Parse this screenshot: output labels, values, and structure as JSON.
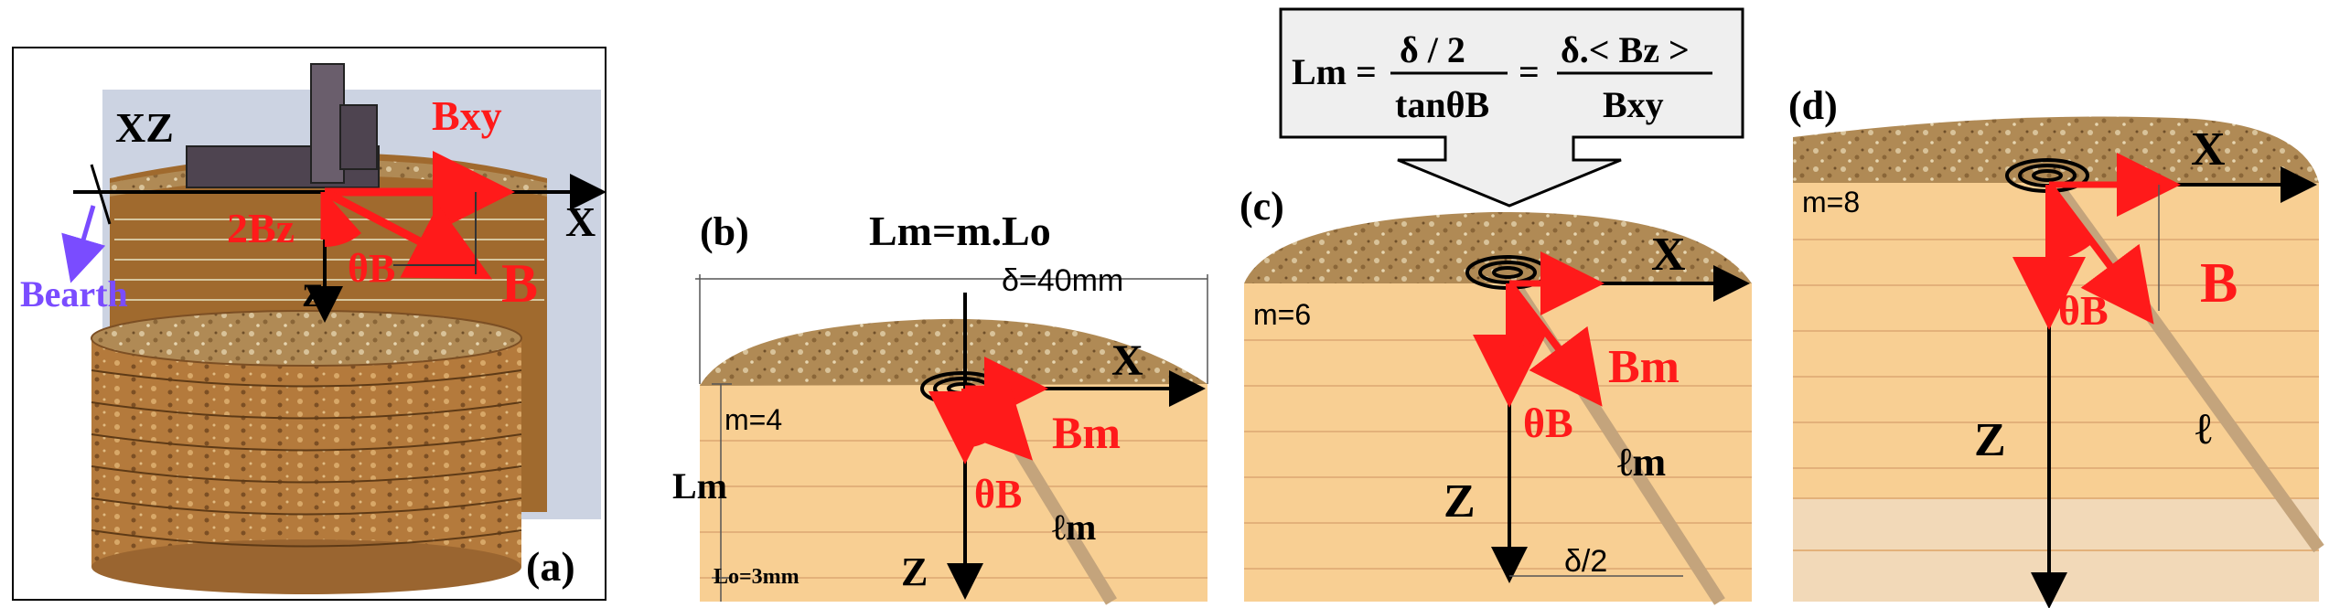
{
  "colors": {
    "red": "#ff1a1a",
    "black": "#000000",
    "purple": "#7a4cff",
    "sand": "#f8cf93",
    "sand_line": "#e3b17a",
    "pale_band": "#f2d9b8",
    "soil_top": "#b08a55",
    "stripe": "#d6c7a0",
    "callout_fill": "#efefef",
    "frame_bg": "#ccd3e2"
  },
  "panel_a": {
    "label": "(a)",
    "xz": "XZ",
    "bxy": "Bxy",
    "twobz": "2Bz",
    "theta": "θB",
    "b": "B",
    "x": "X",
    "z": "Z",
    "bearth": "Bearth"
  },
  "panel_b": {
    "label": "(b)",
    "formula": "Lm=m.Lo",
    "delta": "δ=40mm",
    "m": "m=4",
    "lm": "Lm",
    "lo": "Lo=3mm",
    "x": "X",
    "z": "Z",
    "bm": "Bm",
    "theta": "θB",
    "ell": "ℓm"
  },
  "panel_c": {
    "label": "(c)",
    "m": "m=6",
    "x": "X",
    "z": "Z",
    "bm": "Bm",
    "theta": "θB",
    "ell": "ℓm",
    "half_delta": "δ/2"
  },
  "panel_d": {
    "label": "(d)",
    "m": "m=8",
    "x": "X",
    "z": "Z",
    "b": "B",
    "theta": "θB",
    "ell": "ℓ"
  },
  "callout": {
    "lhs": "Lm",
    "eq": "=",
    "num1": "δ / 2",
    "den1": "tanθB",
    "eq2": "=",
    "num2": "δ.< Bz >",
    "den2": "Bxy"
  }
}
